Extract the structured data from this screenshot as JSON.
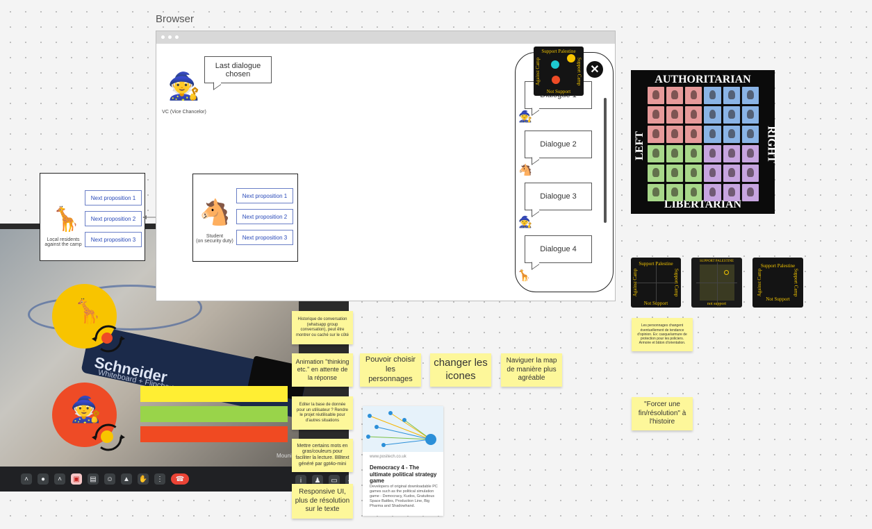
{
  "browser": {
    "title": "Browser"
  },
  "main": {
    "last_dialogue": "Last dialogue chosen",
    "vc_label": "VC (Vice Chancelor)",
    "student_label": "Student\n(on security duty)",
    "local_label": "Local residents against the camp",
    "propositions": [
      "Next proposition 1",
      "Next proposition 2",
      "Next proposition 3"
    ],
    "dialogues": [
      "Dialogue 1",
      "Dialogue 2",
      "Dialogue 3",
      "Dialogue 4"
    ]
  },
  "compass": {
    "top": "Support Palestine",
    "bottom": "Not Support",
    "left": "Against Camp",
    "right": "Support Camp",
    "small_top": "SUPPORT PALESTINE",
    "small_bottom": "not support"
  },
  "political_compass": {
    "top": "AUTHORITARIAN",
    "bottom": "LIBERTARIAN",
    "left": "LEFT",
    "right": "RIGHT"
  },
  "video": {
    "marker_brand": "Schneider",
    "marker_sub": "Whiteboard + Flipchart",
    "participant": "Mounir"
  },
  "stickies": {
    "history": "Historique de conversation (whatsapp group conversation), peut être montrer ou caché sur le côté",
    "thinking": "Animation \"thinking etc.\" en attente de la réponse",
    "characters": "Pouvoir choisir les personnages",
    "icons": "changer les icones",
    "map": "Naviguer la map de manière plus agréable",
    "database": "Editer la base de donnée pour un utilisateur ? Rendre le projet réutilisable pour d'autres situations",
    "bold": "Mettre certains mots en gras/couleurs pour faciliter la lecture. BBtext généré par gpt4o-mini",
    "responsive": "Responsive UI, plus de résolution sur le texte",
    "characters_change": "Les personnages changent éventuellement de tendance d'opinion. Ex: casque/armure de protection pour les policiers. Armoire et bâton d'orientation.",
    "ending": "\"Forcer une fin/résolution\" à l'histoire"
  },
  "card": {
    "site": "www.positech.co.uk",
    "title": "Democracy 4 - The ultimate political strategy game",
    "desc": "Developers of original downloadable PC games such as the political simulation game - Democracy, Kudos, Gratuitous Space Battles, Production Line, Big Pharma and Shadowhand."
  },
  "colors": {
    "yellow": "#f8c400",
    "red": "#ee4b26",
    "bar_yellow": "#ffee33",
    "bar_green": "#99d44a",
    "bar_red": "#f04a22"
  },
  "icons": [
    "giraffe-icon",
    "wizard-icon",
    "centaur-icon",
    "refresh-icon",
    "close-icon",
    "mic-icon",
    "hangup-icon"
  ]
}
